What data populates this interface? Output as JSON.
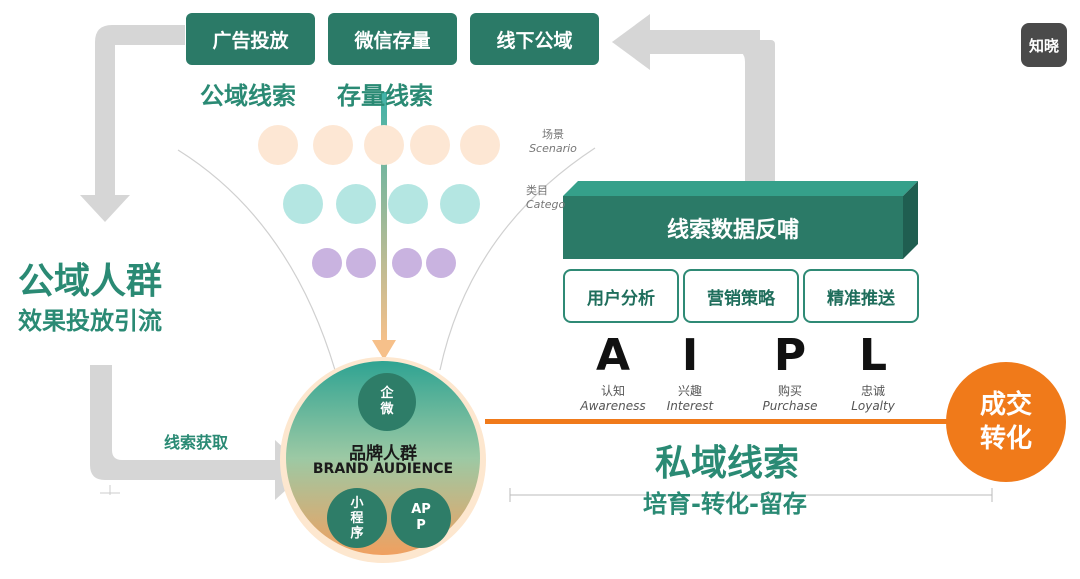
{
  "top_boxes": [
    "广告投放",
    "微信存量",
    "线下公域"
  ],
  "top_labels": {
    "left": "公域线索",
    "right": "存量线索"
  },
  "funnel_labels": {
    "scene_cn": "场景",
    "scene_en": "Scenario",
    "category_cn": "类目",
    "category_en": "Catego"
  },
  "left_labels": {
    "title": "公域人群",
    "subtitle": "效果投放引流",
    "acquire": "线索获取"
  },
  "feedback_box": "线索数据反哺",
  "sub_boxes": [
    "用户分析",
    "营销策略",
    "精准推送"
  ],
  "aipl": [
    {
      "letter": "A",
      "cn": "认知",
      "en": "Awareness"
    },
    {
      "letter": "I",
      "cn": "兴趣",
      "en": "Interest"
    },
    {
      "letter": "P",
      "cn": "购买",
      "en": "Purchase"
    },
    {
      "letter": "L",
      "cn": "忠诚",
      "en": "Loyalty"
    }
  ],
  "brand": {
    "cn": "品牌人群",
    "en": "BRAND AUDIENCE",
    "qiwei": "企\n微",
    "mini": "小\n程\n序",
    "app": "AP\nP"
  },
  "private": {
    "title": "私域线索",
    "subtitle": "培育-转化-留存"
  },
  "deal": "成交\n转化",
  "logo": "知晓",
  "colors": {
    "dark_green": "#2b7a67",
    "text_green": "#2a8a74",
    "orange": "#f07a1a",
    "gray_arrow": "#d6d6d6"
  }
}
